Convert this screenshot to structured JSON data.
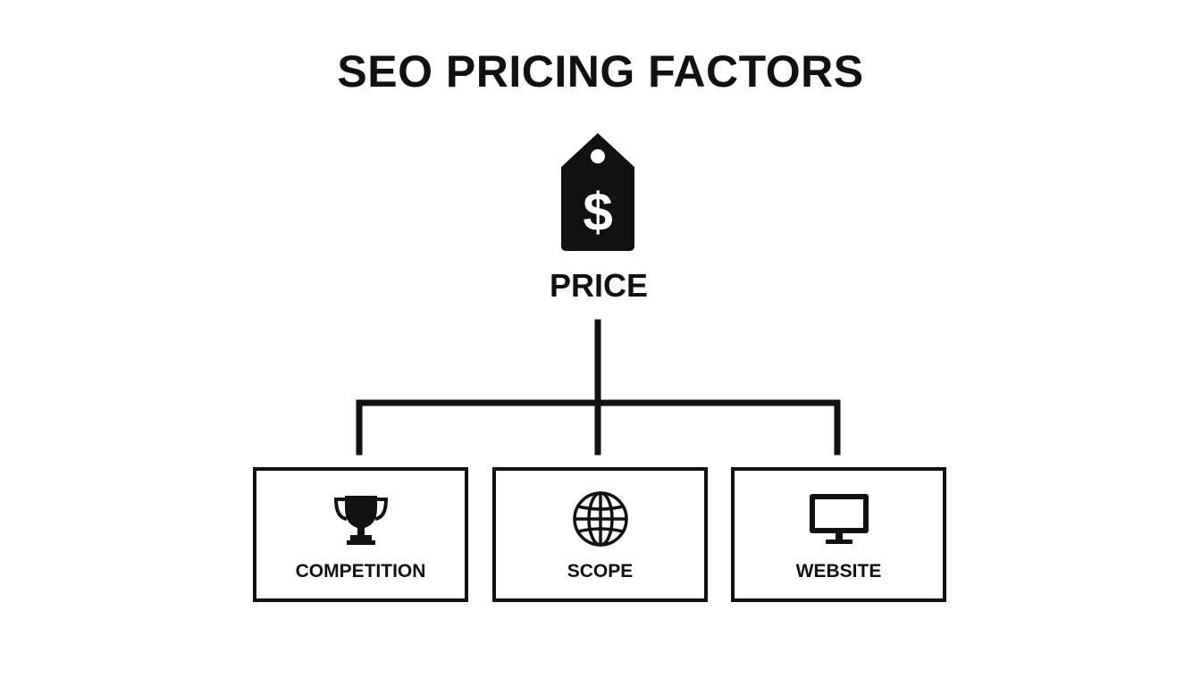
{
  "title": "SEO PRICING FACTORS",
  "root": {
    "label": "PRICE",
    "icon": "price-tag-icon",
    "icon_glyph": "$"
  },
  "factors": [
    {
      "label": "COMPETITION",
      "icon": "trophy-icon"
    },
    {
      "label": "SCOPE",
      "icon": "globe-icon"
    },
    {
      "label": "WEBSITE",
      "icon": "monitor-icon"
    }
  ],
  "colors": {
    "ink": "#111111",
    "background": "#ffffff"
  }
}
